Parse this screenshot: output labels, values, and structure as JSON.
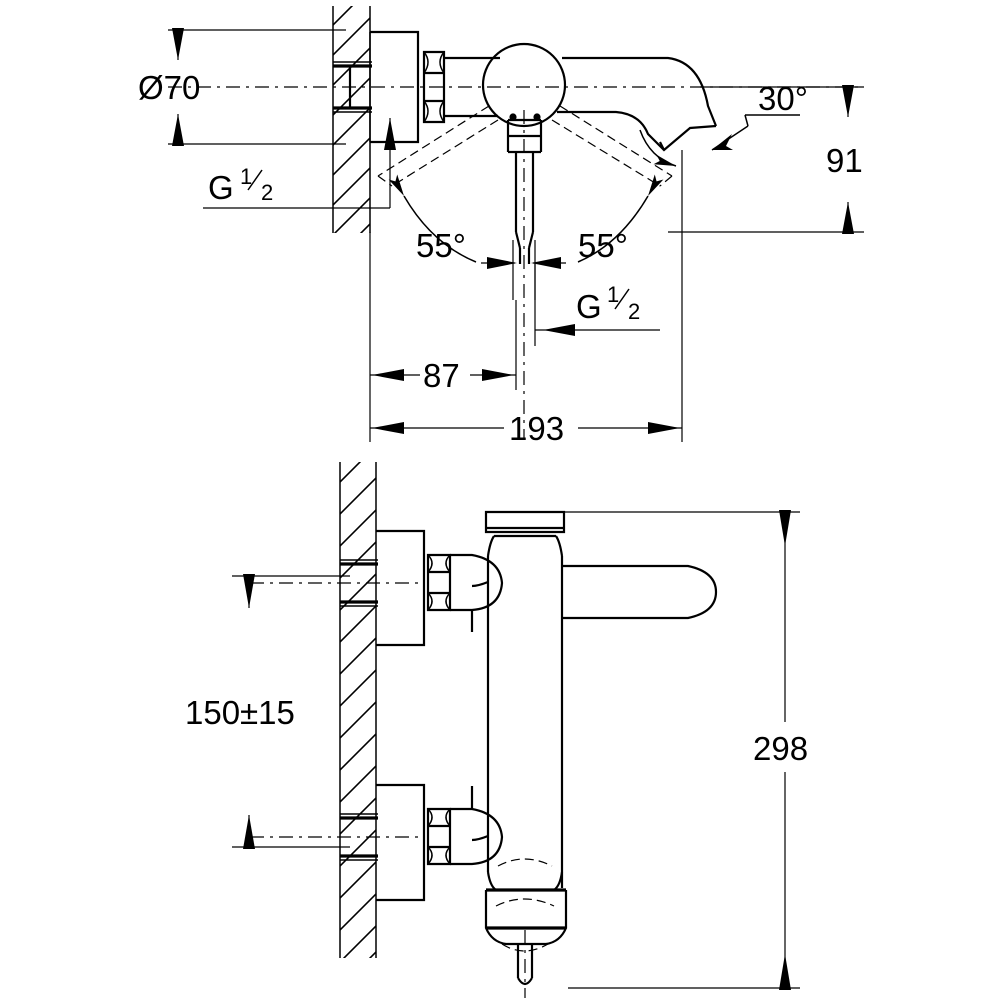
{
  "drawing": {
    "title": "Wall-mounted single-lever bath/shower mixer dimensional drawing",
    "units": "mm",
    "line_color": "#000000",
    "background_color": "#ffffff",
    "views": [
      {
        "name": "top-view",
        "label": ""
      },
      {
        "name": "front-view",
        "label": ""
      }
    ]
  },
  "dimensions": {
    "diameter_70": {
      "label": "Ø70",
      "value": 70,
      "symbol": "Ø",
      "orientation": "vertical"
    },
    "thread_top": {
      "label": "G",
      "numerator": "1",
      "denominator": "2",
      "full": "G 1/2"
    },
    "thread_center": {
      "label": "G",
      "numerator": "1",
      "denominator": "2",
      "full": "G 1/2"
    },
    "angle_left": {
      "label": "55°",
      "value": 55,
      "unit": "°"
    },
    "angle_right": {
      "label": "55°",
      "value": 55,
      "unit": "°"
    },
    "angle_spout": {
      "label": "30°",
      "value": 30,
      "unit": "°"
    },
    "height_91": {
      "label": "91",
      "value": 91,
      "orientation": "vertical"
    },
    "length_87": {
      "label": "87",
      "value": 87,
      "orientation": "horizontal"
    },
    "length_193": {
      "label": "193",
      "value": 193,
      "orientation": "horizontal"
    },
    "height_150": {
      "label": "150±15",
      "value": 150,
      "tolerance": 15,
      "orientation": "vertical"
    },
    "height_298": {
      "label": "298",
      "value": 298,
      "orientation": "vertical"
    }
  }
}
